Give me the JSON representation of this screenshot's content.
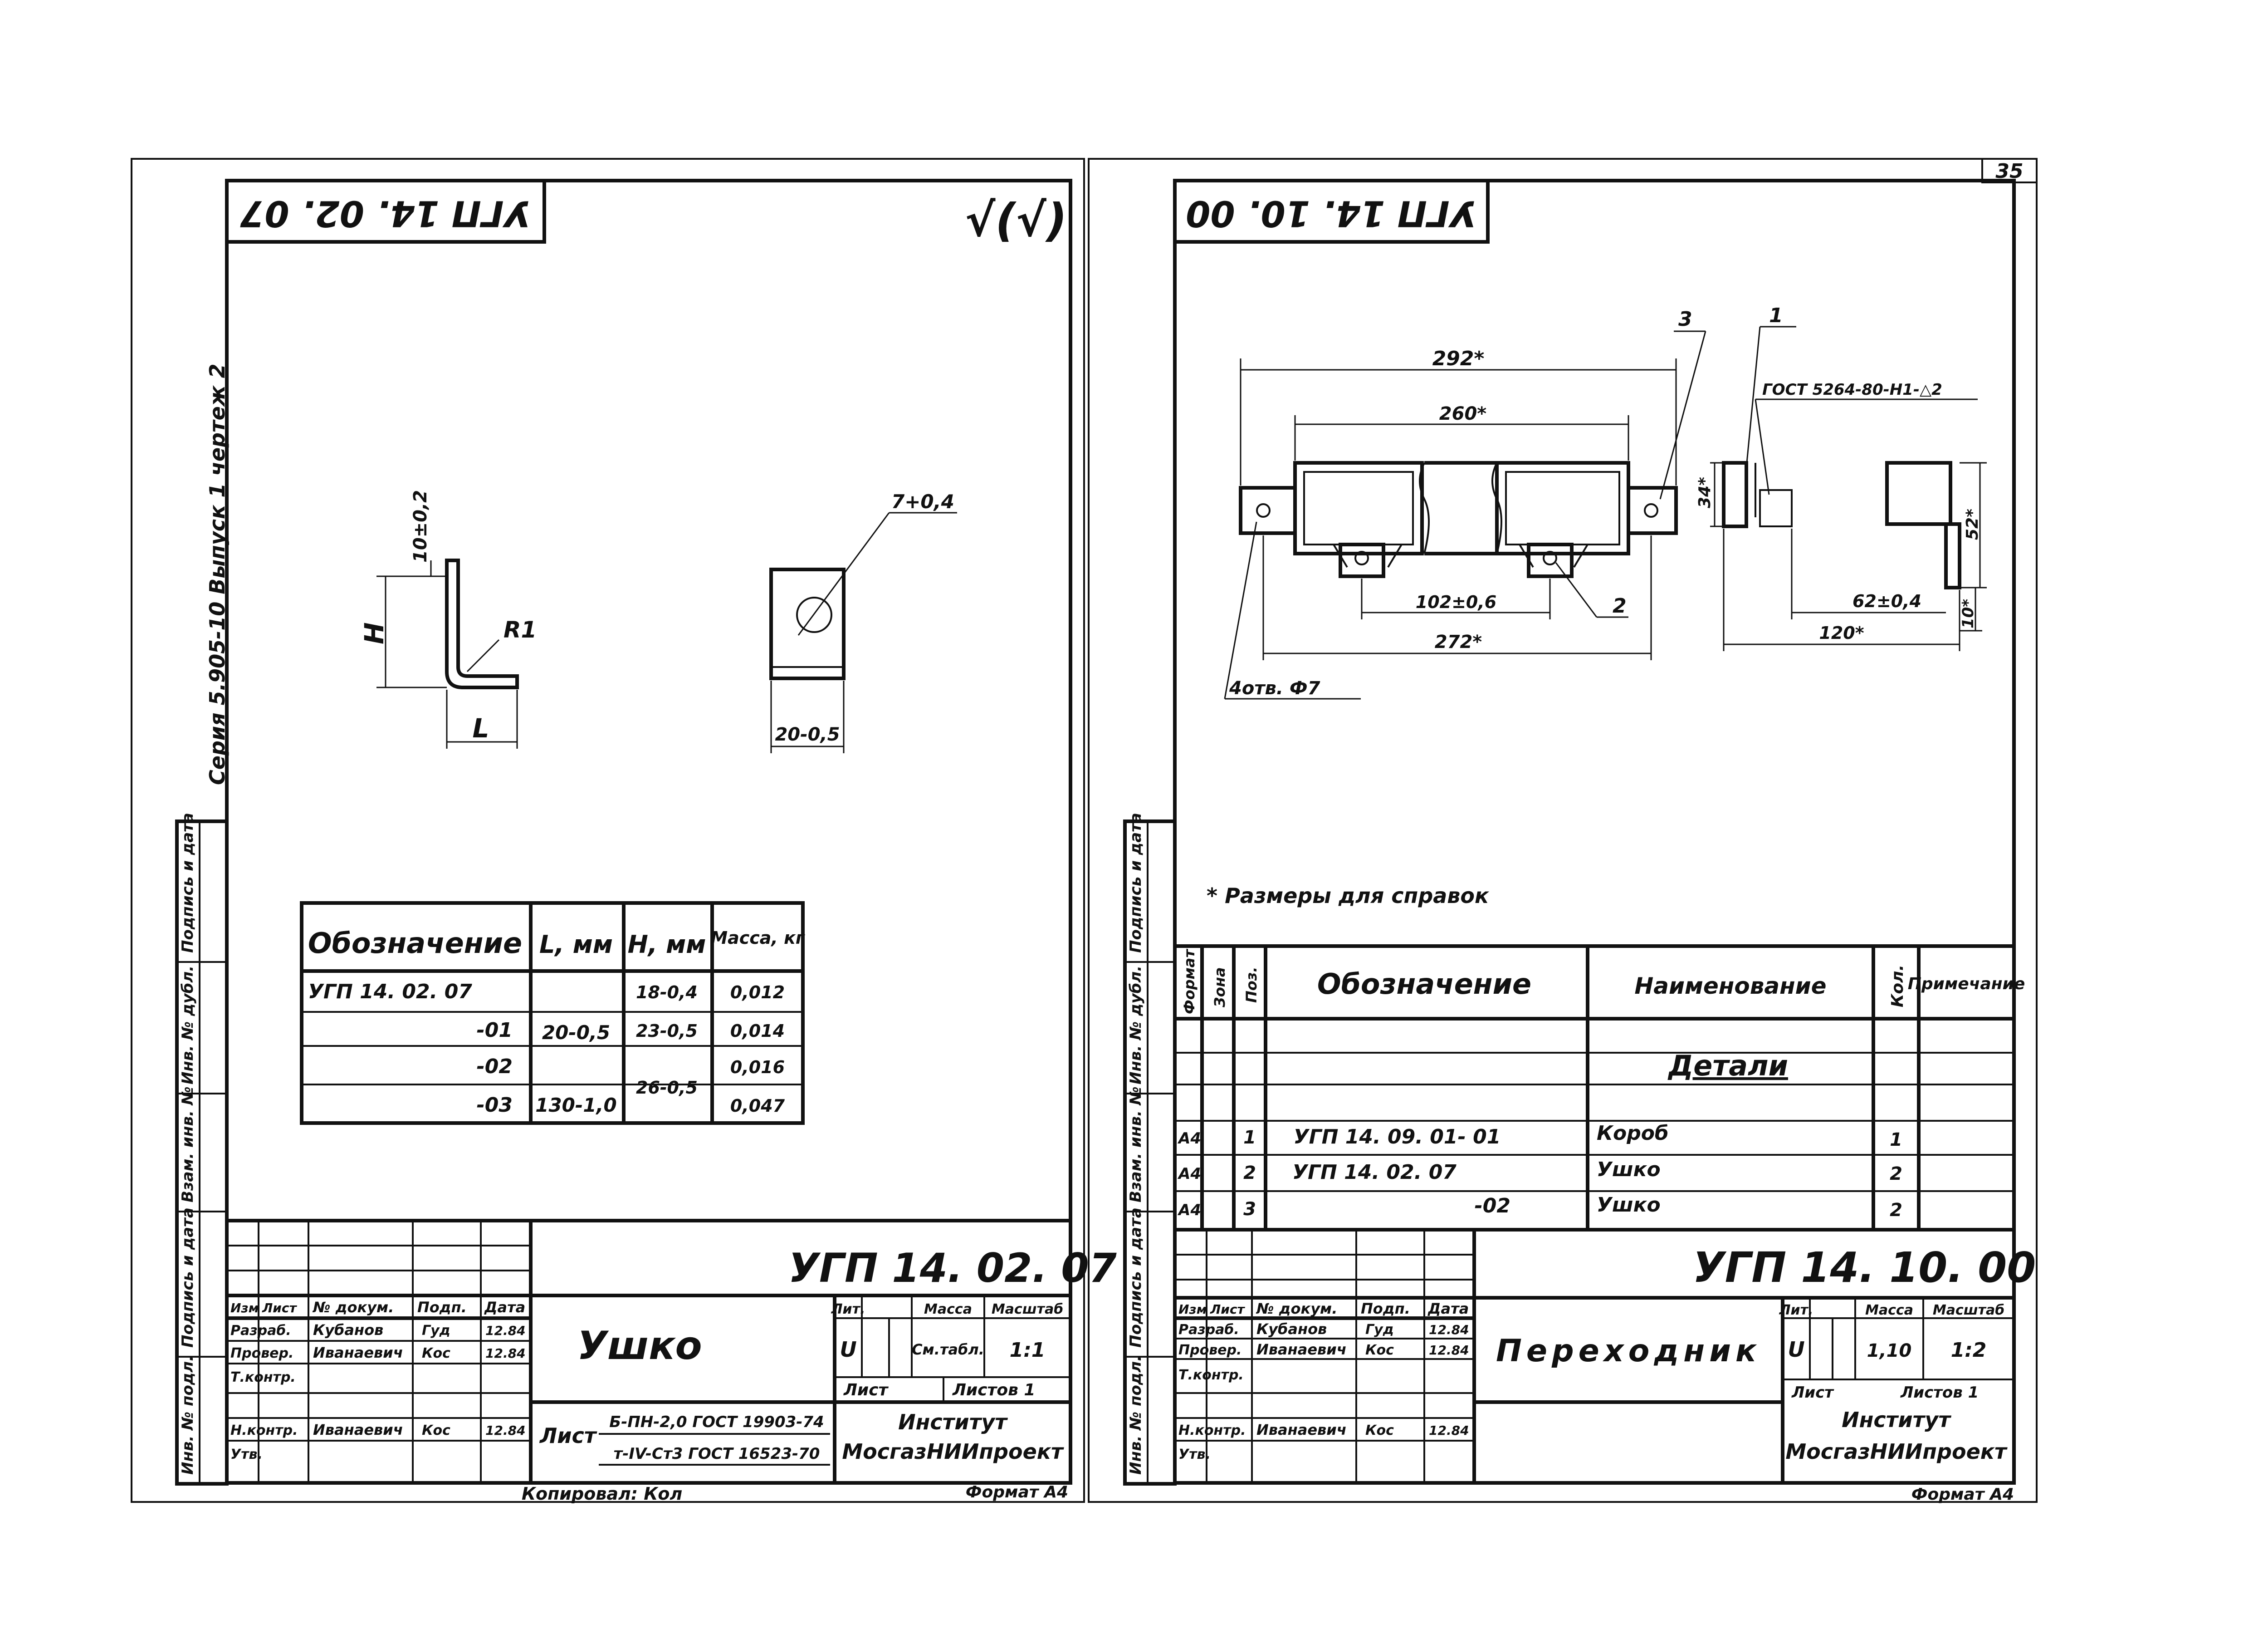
{
  "page_number": "35",
  "left_sheet": {
    "stamp_code": "УГП 14. 02. 07",
    "roughness": "√(√)",
    "series_note": "Серия 5.905-10   Выпуск 1   чертеж 2",
    "dims": {
      "h": "H",
      "l": "L",
      "top": "10±0,2",
      "r": "R1",
      "hole": "7+0,4",
      "width": "20-0,5"
    },
    "variant_table": {
      "headers": [
        "Обозначение",
        "L, мм",
        "H, мм",
        "Масса, кг"
      ],
      "rows": [
        [
          "УГП 14. 02. 07",
          "",
          "18-0,4",
          "0,012"
        ],
        [
          "-01",
          "20-0,5",
          "23-0,5",
          "0,014"
        ],
        [
          "-02",
          "",
          "",
          "0,016"
        ],
        [
          "-03",
          "130-1,0",
          "26-0,5",
          "0,047"
        ]
      ]
    },
    "title_block": {
      "code": "УГП 14. 02. 07",
      "name": "Ушко",
      "sign_headers": [
        "Изм",
        "Лист",
        "№ докум.",
        "Подп.",
        "Дата"
      ],
      "roles": [
        {
          "role": "Разраб.",
          "name": "Кубанов",
          "sign": "Гуд",
          "date": "12.84"
        },
        {
          "role": "Провер.",
          "name": "Иванаевич",
          "sign": "Кос",
          "date": "12.84"
        },
        {
          "role": "Т.контр.",
          "name": "",
          "sign": "",
          "date": ""
        },
        {
          "role": "Н.контр.",
          "name": "Иванаевич",
          "sign": "Кос",
          "date": "12.84"
        },
        {
          "role": "Утв.",
          "name": "",
          "sign": "",
          "date": ""
        }
      ],
      "lit_headers": [
        "Лит.",
        "Масса",
        "Масштаб"
      ],
      "lit": "U",
      "mass": "См.табл.",
      "scale": "1:1",
      "sheet_label": "Лист",
      "sheets_label": "Листов 1",
      "material_label": "Лист",
      "material_1": "Б-ПН-2,0 ГОСТ 19903-74",
      "material_2": "т-IV-Ст3 ГОСТ 16523-70",
      "org_1": "Институт",
      "org_2": "МосгазНИИпроект",
      "copied": "Копировал: Кол",
      "format": "Формат А4"
    },
    "side_labels": [
      "Инв. № подл.",
      "Подпись и дата",
      "Взам. инв. №",
      "Инв. № дубл.",
      "Подпись и дата"
    ]
  },
  "right_sheet": {
    "stamp_code": "УГП 14. 10. 00",
    "dims": {
      "d292": "292*",
      "d260": "260*",
      "d102": "102±0,6",
      "d272": "272*",
      "d34": "34*",
      "d52": "52*",
      "d62": "62±0,4",
      "d120": "120*",
      "d10": "10*",
      "holes": "4отв. Ф7",
      "weld": "ГОСТ 5264-80-Н1-△2",
      "pos1": "1",
      "pos2": "2",
      "pos3": "3"
    },
    "reference_note": "* Размеры для справок",
    "spec_table": {
      "headers": [
        "Формат",
        "Зона",
        "Поз.",
        "Обозначение",
        "Наименование",
        "Кол.",
        "Примечание"
      ],
      "section": "Детали",
      "rows": [
        [
          "А4",
          "",
          "1",
          "УГП 14. 09. 01- 01",
          "Короб",
          "1",
          ""
        ],
        [
          "А4",
          "",
          "2",
          "УГП 14. 02. 07",
          "Ушко",
          "2",
          ""
        ],
        [
          "А4",
          "",
          "3",
          "-02",
          "Ушко",
          "2",
          ""
        ]
      ]
    },
    "title_block": {
      "code": "УГП 14. 10. 00",
      "name": "Переходник",
      "sign_headers": [
        "Изм",
        "Лист",
        "№ докум.",
        "Подп.",
        "Дата"
      ],
      "roles": [
        {
          "role": "Разраб.",
          "name": "Кубанов",
          "sign": "Гуд",
          "date": "12.84"
        },
        {
          "role": "Провер.",
          "name": "Иванаевич",
          "sign": "Кос",
          "date": "12.84"
        },
        {
          "role": "Т.контр.",
          "name": "",
          "sign": "",
          "date": ""
        },
        {
          "role": "Н.контр.",
          "name": "Иванаевич",
          "sign": "Кос",
          "date": "12.84"
        },
        {
          "role": "Утв.",
          "name": "",
          "sign": "",
          "date": ""
        }
      ],
      "lit_headers": [
        "Лит.",
        "Масса",
        "Масштаб"
      ],
      "lit": "U",
      "mass": "1,10",
      "scale": "1:2",
      "sheet_label": "Лист",
      "sheets_label": "Листов 1",
      "org_1": "Институт",
      "org_2": "МосгазНИИпроект",
      "format": "Формат А4"
    },
    "side_labels": [
      "Инв. № подл.",
      "Подпись и дата",
      "Взам. инв. №",
      "Инв. № дубл.",
      "Подпись и дата"
    ]
  }
}
